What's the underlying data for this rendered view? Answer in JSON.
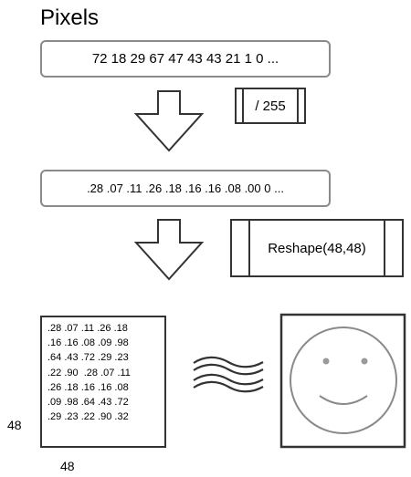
{
  "title": "Pixels",
  "pixels_row": "72 18 29 67 47 43 43 21 1 0 ...",
  "divide_op": "/ 255",
  "normalized_row": ".28 .07 .11 .26 .18 .16 .16 .08 .00 0 ...",
  "reshape_op": "Reshape(48,48)",
  "matrix_rows": [
    ".28 .07 .11 .26 .18",
    ".16 .16 .08 .09 .98",
    ".64 .43 .72 .29 .23",
    ".22 .90  .28 .07 .11",
    ".26 .18 .16 .16 .08",
    ".09 .98 .64 .43 .72",
    ".29 .23 .22 .90 .32"
  ],
  "dim_height": "48",
  "dim_width": "48"
}
